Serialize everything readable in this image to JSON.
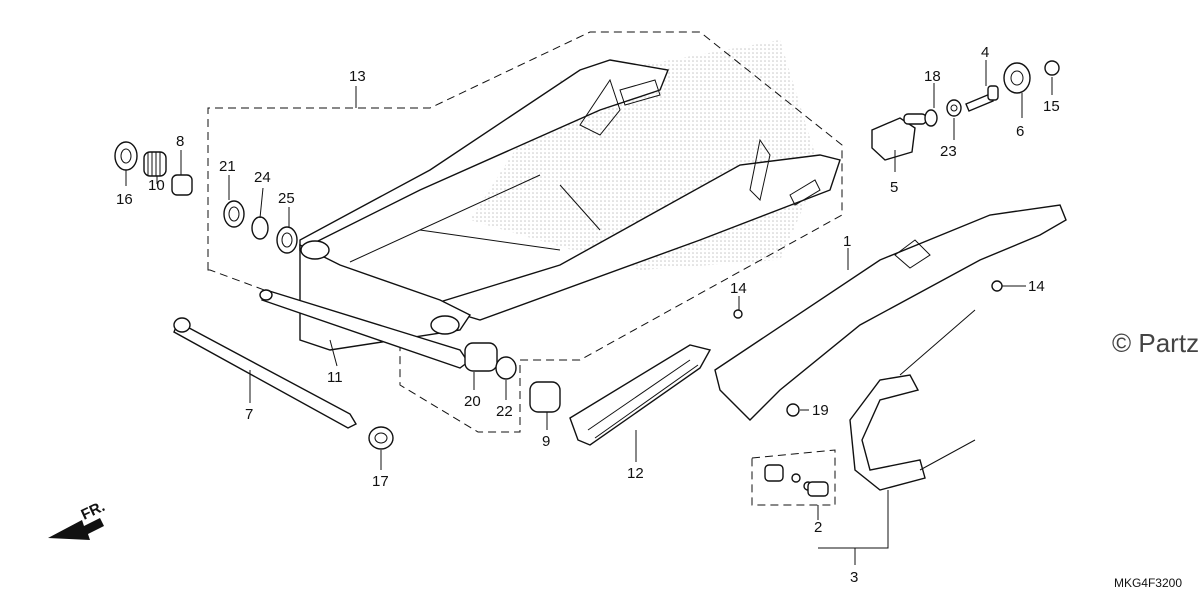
{
  "diagram_code": "MKG4F3200",
  "watermark": "© Partz",
  "direction_label": "FR.",
  "callouts": {
    "c1": "1",
    "c2": "2",
    "c3": "3",
    "c4": "4",
    "c5": "5",
    "c6": "6",
    "c7": "7",
    "c8": "8",
    "c9": "9",
    "c10": "10",
    "c11": "11",
    "c12": "12",
    "c13": "13",
    "c14a": "14",
    "c14b": "14",
    "c15": "15",
    "c16": "16",
    "c17": "17",
    "c18": "18",
    "c19": "19",
    "c20": "20",
    "c21": "21",
    "c22": "22",
    "c23": "23",
    "c24": "24",
    "c25": "25"
  }
}
